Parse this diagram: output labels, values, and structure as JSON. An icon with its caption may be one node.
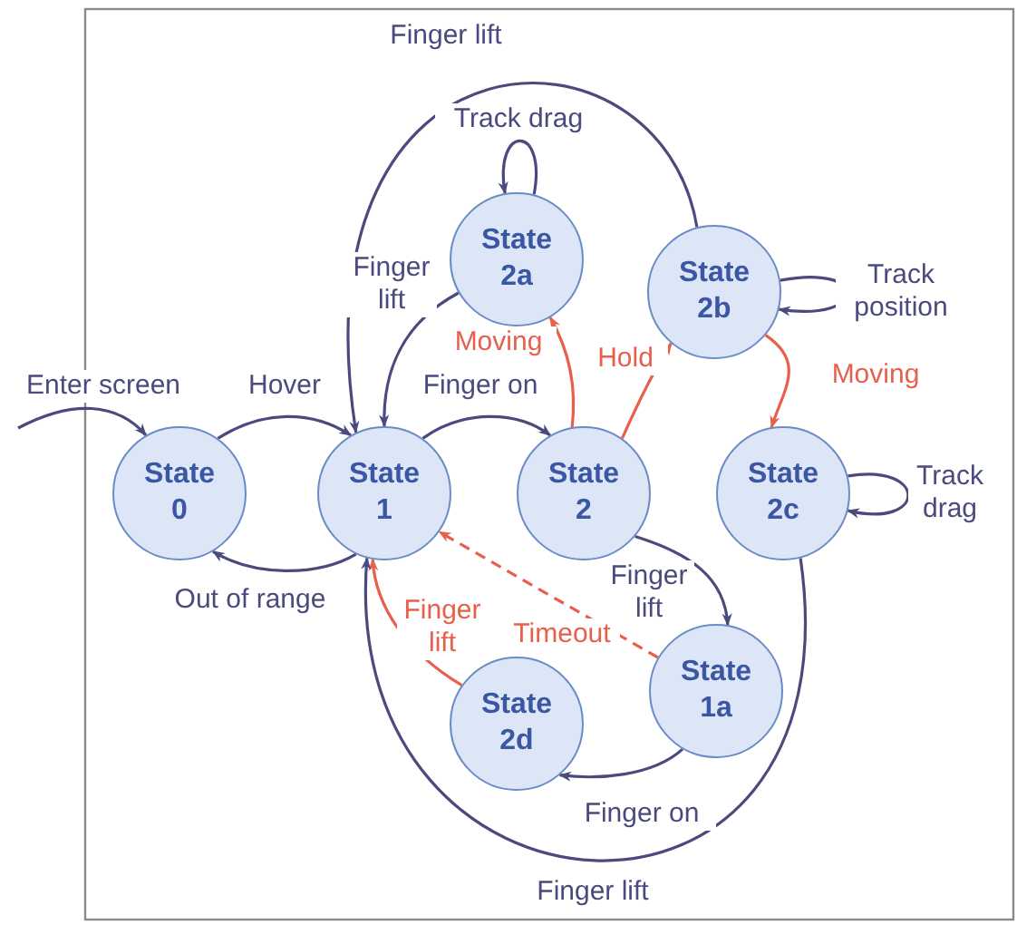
{
  "diagram": {
    "nodes": [
      {
        "text": [
          "State 2a"
        ]
      },
      {
        "text": [
          "State 2b"
        ]
      },
      {
        "text": [
          "State 0"
        ]
      },
      {
        "text": [
          "State 1"
        ]
      },
      {
        "text": [
          "State 2"
        ]
      },
      {
        "text": [
          "State 2c"
        ]
      },
      {
        "text": [
          "State 1a"
        ]
      },
      {
        "text": [
          "State 2d"
        ]
      }
    ],
    "edges": [
      {
        "from": null,
        "to": 2,
        "arrow": "to",
        "label": "Enter screen"
      },
      {
        "from": 2,
        "to": 3,
        "arrow": "to",
        "label": "Hover"
      },
      {
        "from": 3,
        "to": 4,
        "arrow": "to",
        "label": "Finger on"
      },
      {
        "from": 3,
        "to": 2,
        "arrow": "to",
        "label": "Out of range"
      },
      {
        "from": 0,
        "to": 3,
        "arrow": "to",
        "label": "Finger lift"
      },
      {
        "from": 0,
        "to": 0,
        "arrow": "to",
        "label": "Track drag"
      },
      {
        "from": 4,
        "to": 0,
        "arrow": "to",
        "label": "Moving",
        "color": "#e8604c"
      },
      {
        "from": 4,
        "to": 1,
        "arrow": "to",
        "label": "Hold",
        "color": "#e8604c"
      },
      {
        "from": 1,
        "to": 3,
        "arrow": "to",
        "label": "Finger lift"
      },
      {
        "from": 1,
        "to": 1,
        "arrow": "to",
        "label": "Track position"
      },
      {
        "from": 1,
        "to": 5,
        "arrow": "to",
        "label": "Moving",
        "color": "#e8604c"
      },
      {
        "from": 5,
        "to": 5,
        "arrow": "to",
        "label": "Track drag"
      },
      {
        "from": 4,
        "to": 6,
        "arrow": "to",
        "label": "Finger lift"
      },
      {
        "from": 6,
        "to": 3,
        "arrow": "to",
        "label": "Timeout",
        "style": "dashed",
        "color": "#e8604c"
      },
      {
        "from": 7,
        "to": 3,
        "arrow": "to",
        "label": "Finger lift",
        "color": "#e8604c"
      },
      {
        "from": 6,
        "to": 7,
        "arrow": "to",
        "label": "Finger on"
      },
      {
        "from": 5,
        "to": 3,
        "arrow": "to",
        "label": "Finger lift"
      }
    ]
  }
}
